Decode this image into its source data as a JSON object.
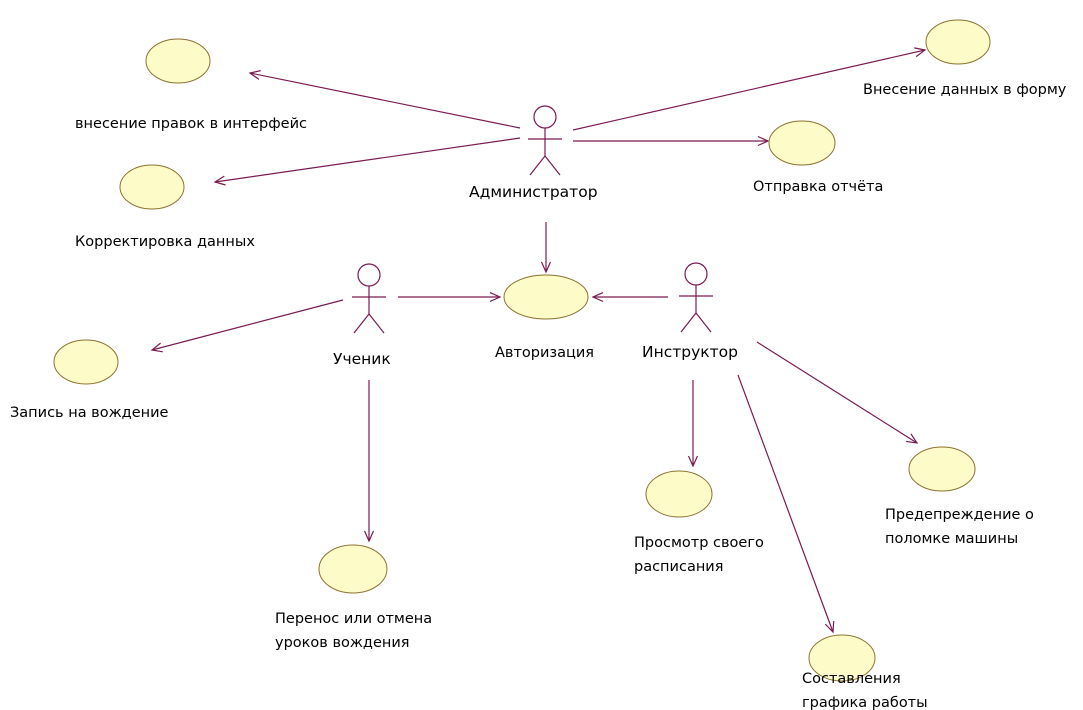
{
  "actors": [
    {
      "id": "admin",
      "name": "Администратор"
    },
    {
      "id": "student",
      "name": "Ученик"
    },
    {
      "id": "instructor",
      "name": "Инструктор"
    }
  ],
  "use_cases": [
    {
      "id": "uc-interface",
      "label": [
        "внесение правок в интерфейс"
      ]
    },
    {
      "id": "uc-correct",
      "label": [
        "Корректировка данных"
      ]
    },
    {
      "id": "uc-form",
      "label": [
        "Внесение данных в форму"
      ]
    },
    {
      "id": "uc-report",
      "label": [
        "Отправка отчёта"
      ]
    },
    {
      "id": "uc-auth",
      "label": [
        "Авторизация"
      ]
    },
    {
      "id": "uc-booking",
      "label": [
        "Запись на вождение"
      ]
    },
    {
      "id": "uc-reschedule",
      "label": [
        "Перенос или отмена",
        "уроков вождения"
      ]
    },
    {
      "id": "uc-schedule",
      "label": [
        "Просмотр своего",
        "расписания"
      ]
    },
    {
      "id": "uc-breakdown",
      "label": [
        "Предепреждение о",
        "поломке машины"
      ]
    },
    {
      "id": "uc-workplan",
      "label": [
        "Составления",
        "графика работы"
      ]
    }
  ],
  "associations": [
    {
      "from": "admin",
      "to": "uc-interface"
    },
    {
      "from": "admin",
      "to": "uc-correct"
    },
    {
      "from": "admin",
      "to": "uc-form"
    },
    {
      "from": "admin",
      "to": "uc-report"
    },
    {
      "from": "admin",
      "to": "uc-auth"
    },
    {
      "from": "student",
      "to": "uc-auth"
    },
    {
      "from": "student",
      "to": "uc-booking"
    },
    {
      "from": "student",
      "to": "uc-reschedule"
    },
    {
      "from": "instructor",
      "to": "uc-auth"
    },
    {
      "from": "instructor",
      "to": "uc-schedule"
    },
    {
      "from": "instructor",
      "to": "uc-breakdown"
    },
    {
      "from": "instructor",
      "to": "uc-workplan"
    }
  ],
  "colors": {
    "usecase_fill": "#fdfcc8",
    "usecase_stroke": "#8a7330",
    "line": "#7a1a52"
  }
}
